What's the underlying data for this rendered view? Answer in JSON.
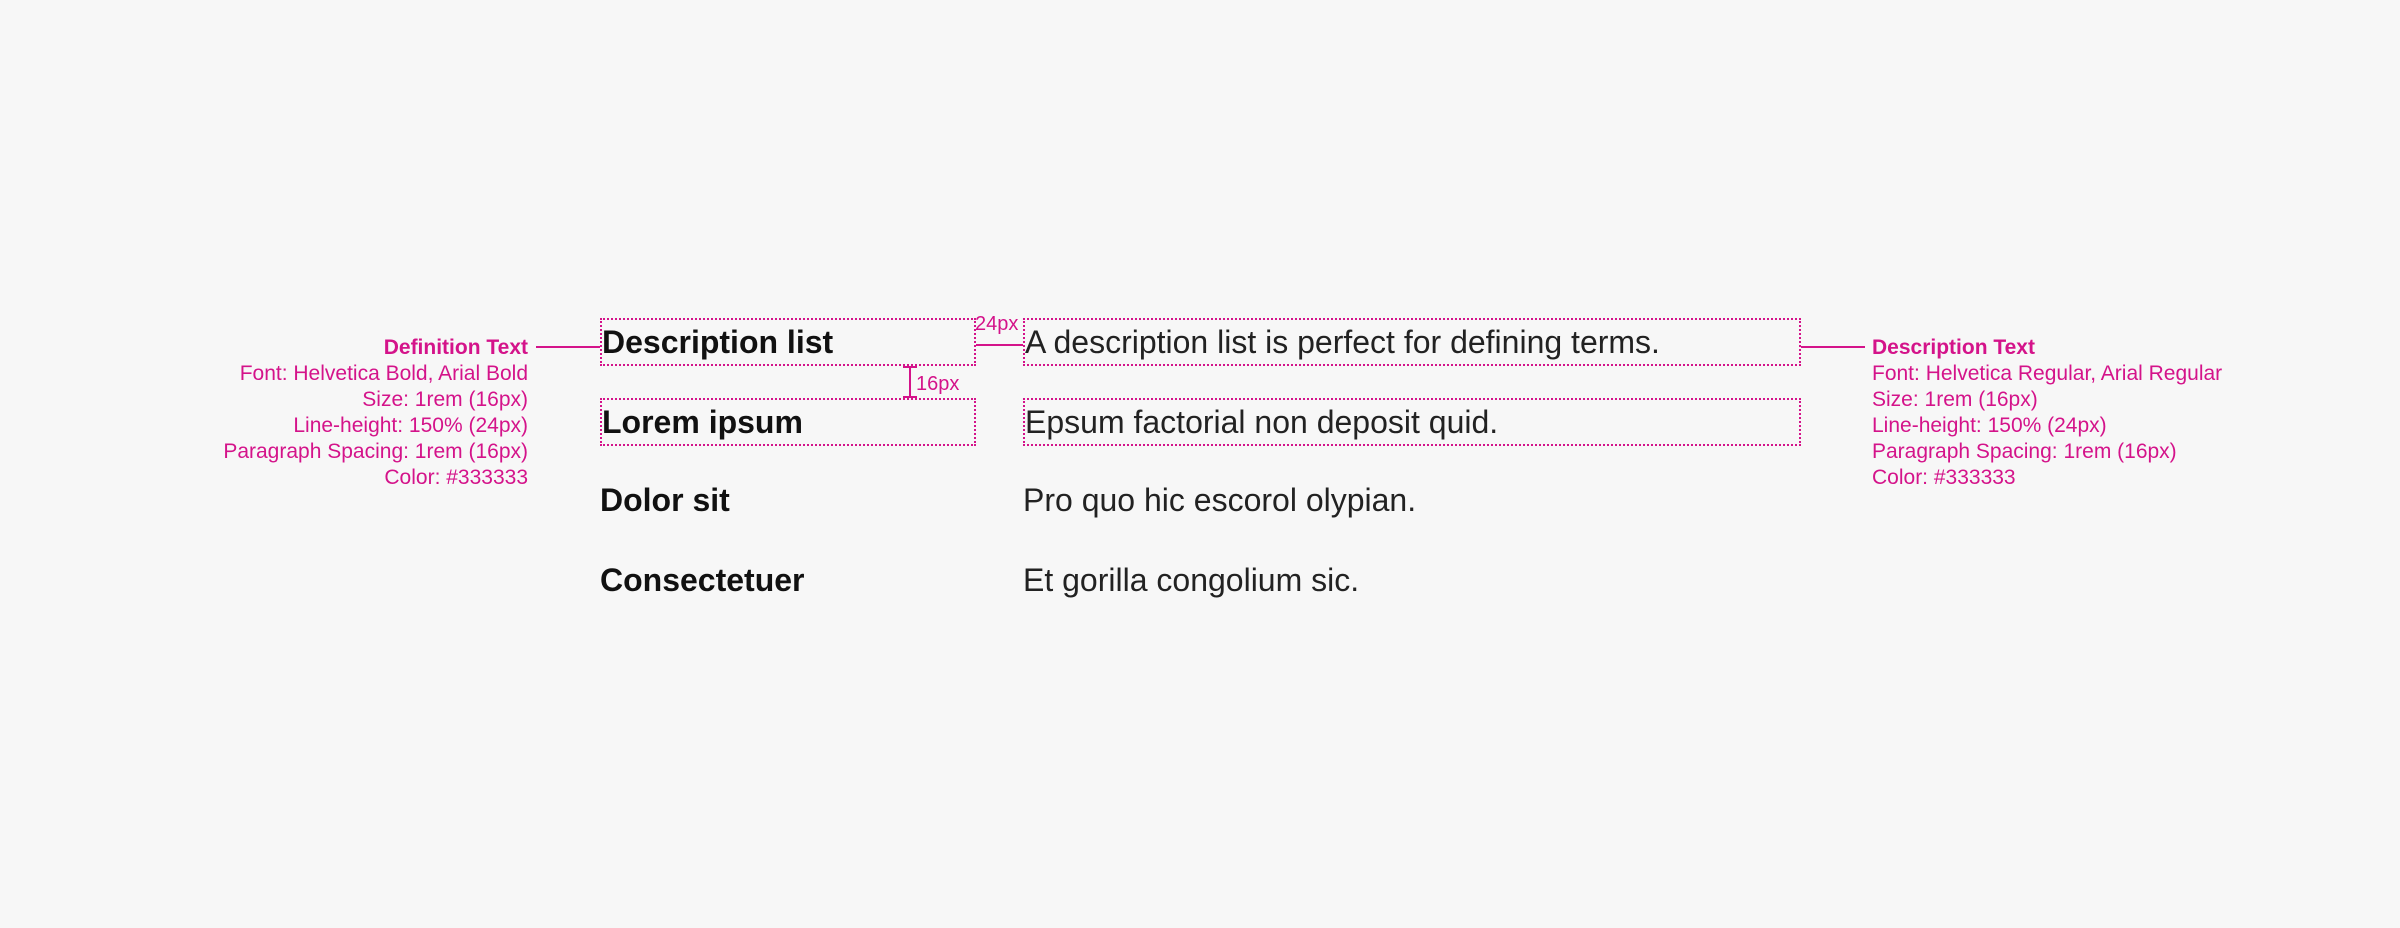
{
  "rows": [
    {
      "term": "Description list",
      "description": "A description list is perfect for defining terms."
    },
    {
      "term": "Lorem ipsum",
      "description": "Epsum factorial non deposit quid."
    },
    {
      "term": "Dolor sit",
      "description": "Pro quo hic escorol olypian."
    },
    {
      "term": "Consectetuer",
      "description": "Et gorilla congolium sic."
    }
  ],
  "definition_annotation": {
    "title": "Definition Text",
    "lines": [
      "Font: Helvetica Bold, Arial Bold",
      "Size: 1rem (16px)",
      "Line-height: 150% (24px)",
      "Paragraph Spacing: 1rem (16px)",
      "Color: #333333"
    ]
  },
  "description_annotation": {
    "title": "Description Text",
    "lines": [
      "Font: Helvetica Regular, Arial Regular",
      "Size: 1rem (16px)",
      "Line-height: 150% (24px)",
      "Paragraph Spacing: 1rem (16px)",
      "Color: #333333"
    ]
  },
  "measurements": {
    "horizontal_gap": "24px",
    "vertical_gap": "16px"
  },
  "colors": {
    "annotation": "#d4138a",
    "term_text": "#111111",
    "description_text": "#222222",
    "background": "#f7f7f7"
  }
}
